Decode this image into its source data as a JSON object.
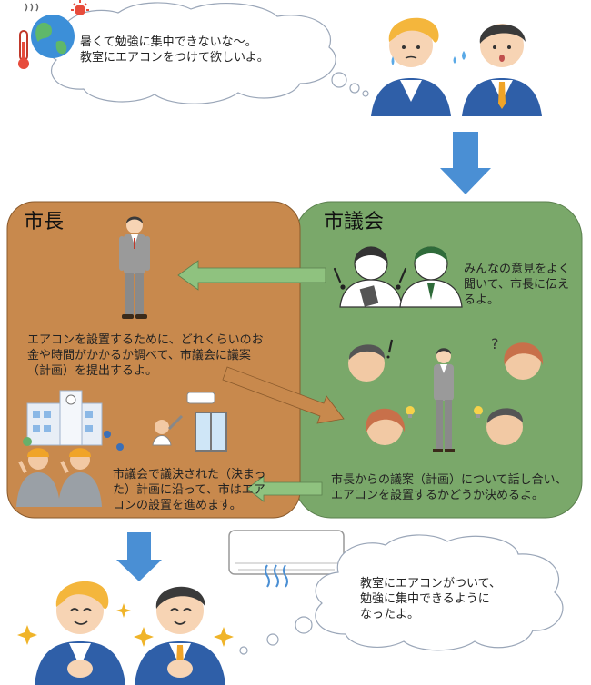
{
  "top": {
    "bubble_line1": "暑くて勉強に集中できないな～。",
    "bubble_line2": "教室にエアコンをつけて欲しいよ。"
  },
  "mayor": {
    "title": "市長",
    "desc_line1": "エアコンを設置するために、どれくらいのお",
    "desc_line2": "金や時間がかかるか調べて、市議会に議案",
    "desc_line3": "（計画）を提出するよ。",
    "result_line1": "市議会で議決された（決まっ",
    "result_line2": "た）計画に沿って、市はエア",
    "result_line3": "コンの設置を進めます。"
  },
  "council": {
    "title": "市議会",
    "listen_line1": "みんなの意見をよく",
    "listen_line2": "聞いて、市長に伝え",
    "listen_line3": "るよ。",
    "decide_line1": "市長からの議案（計画）について話し合い、",
    "decide_line2": "エアコンを設置するかどうか決めるよ。",
    "mark_exclaim": "!",
    "mark_question": "?"
  },
  "bottom": {
    "bubble_line1": "教室にエアコンがついて、",
    "bubble_line2": "勉強に集中できるように",
    "bubble_line3": "なったよ。"
  },
  "colors": {
    "mayor_panel": "#c8894d",
    "council_panel": "#7aa86a",
    "arrow_blue": "#4a8fd4",
    "arrow_green": "#8fc27f",
    "arrow_brown": "#c8894d",
    "suit_blue": "#2f5fa8",
    "suit_gray": "#9a9a9a"
  }
}
